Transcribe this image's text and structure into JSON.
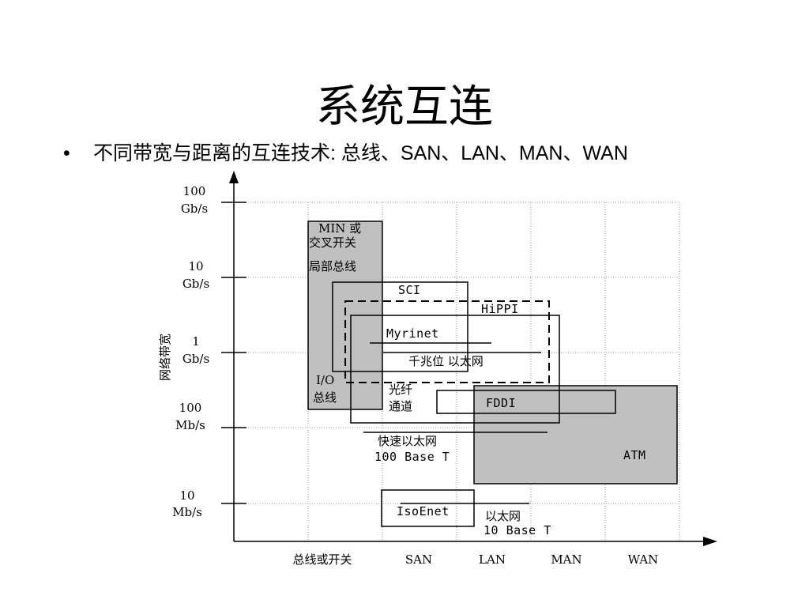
{
  "title": "系统互连",
  "bullet": {
    "marker": "•",
    "text": "不同带宽与距离的互连技术:  总线、SAN、LAN、MAN、WAN"
  },
  "diagram": {
    "y_axis_title": "网络带宽",
    "y_ticks": [
      {
        "line1": "100",
        "line2": "Gb/s"
      },
      {
        "line1": "10",
        "line2": "Gb/s"
      },
      {
        "line1": "1",
        "line2": "Gb/s"
      },
      {
        "line1": "100",
        "line2": "Mb/s"
      },
      {
        "line1": "10",
        "line2": "Mb/s"
      }
    ],
    "x_categories": [
      "总线或开关",
      "SAN",
      "LAN",
      "MAN",
      "WAN"
    ],
    "regions": {
      "min_switch": {
        "line1": "MIN 或",
        "line2": "交叉开关",
        "line3": "局部总线"
      },
      "io_bus": {
        "line1": "I/O",
        "line2": "总线"
      },
      "sci": "SCI",
      "hippi": "HiPPI",
      "myrinet": "Myrinet",
      "gigabit_ethernet": "千兆位 以太网",
      "fibre_channel": {
        "line1": "光纤",
        "line2": "通道"
      },
      "fddi": "FDDI",
      "fast_ethernet": {
        "line1": "快速以太网",
        "line2": "100 Base T"
      },
      "atm": "ATM",
      "isoenet": "IsoEnet",
      "ethernet": {
        "line1": "以太网",
        "line2": "10 Base T"
      }
    },
    "colors": {
      "shaded_fill": "#c0c0c0",
      "grid": "#999999",
      "stroke": "#000000"
    }
  }
}
